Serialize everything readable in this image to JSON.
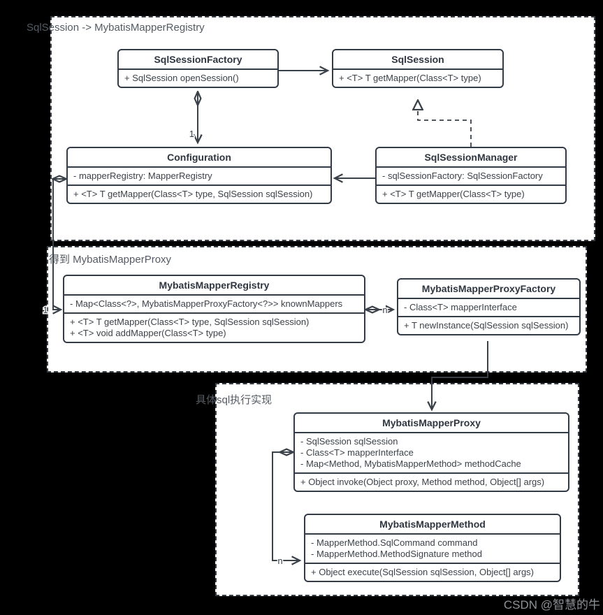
{
  "sections": [
    {
      "label": "SqlSession -> MybatisMapperRegistry"
    },
    {
      "label": "得到 MybatisMapperProxy"
    },
    {
      "label": "具体sql执行实现"
    }
  ],
  "classes": {
    "sqlSessionFactory": {
      "title": "SqlSessionFactory",
      "methods": [
        "+ SqlSession openSession()"
      ]
    },
    "sqlSession": {
      "title": "SqlSession",
      "methods": [
        "+ <T> T getMapper(Class<T> type)"
      ]
    },
    "configuration": {
      "title": "Configuration",
      "attributes": [
        "- mapperRegistry: MapperRegistry"
      ],
      "methods": [
        "+ <T> T getMapper(Class<T> type, SqlSession sqlSession)"
      ]
    },
    "sqlSessionManager": {
      "title": "SqlSessionManager",
      "attributes": [
        "- sqlSessionFactory: SqlSessionFactory"
      ],
      "methods": [
        "+ <T> T getMapper(Class<T> type)"
      ]
    },
    "mybatisMapperRegistry": {
      "title": "MybatisMapperRegistry",
      "attributes": [
        "- Map<Class<?>, MybatisMapperProxyFactory<?>> knownMappers"
      ],
      "methods": [
        "+ <T> T getMapper(Class<T> type, SqlSession sqlSession)",
        "+ <T> void addMapper(Class<T> type)"
      ]
    },
    "mybatisMapperProxyFactory": {
      "title": "MybatisMapperProxyFactory",
      "attributes": [
        "- Class<T> mapperInterface"
      ],
      "methods": [
        "+ T newInstance(SqlSession sqlSession)"
      ]
    },
    "mybatisMapperProxy": {
      "title": "MybatisMapperProxy",
      "attributes": [
        "- SqlSession sqlSession",
        "- Class<T> mapperInterface",
        "- Map<Method, MybatisMapperMethod> methodCache"
      ],
      "methods": [
        "+ Object invoke(Object proxy, Method method, Object[] args)"
      ]
    },
    "mybatisMapperMethod": {
      "title": "MybatisMapperMethod",
      "attributes": [
        "- MapperMethod.SqlCommand command",
        "- MapperMethod.MethodSignature method"
      ],
      "methods": [
        "+ Object execute(SqlSession sqlSession, Object[] args)"
      ]
    }
  },
  "multiplicity": {
    "factory_configuration": "1",
    "configuration_registry": "1",
    "registry_proxyfactory": "n",
    "proxy_method": "n"
  },
  "watermark": "CSDN @智慧的牛",
  "colors": {
    "background": "#000000",
    "box_border": "#333b47",
    "text": "#3d4248",
    "watermark": "#8d9296"
  }
}
